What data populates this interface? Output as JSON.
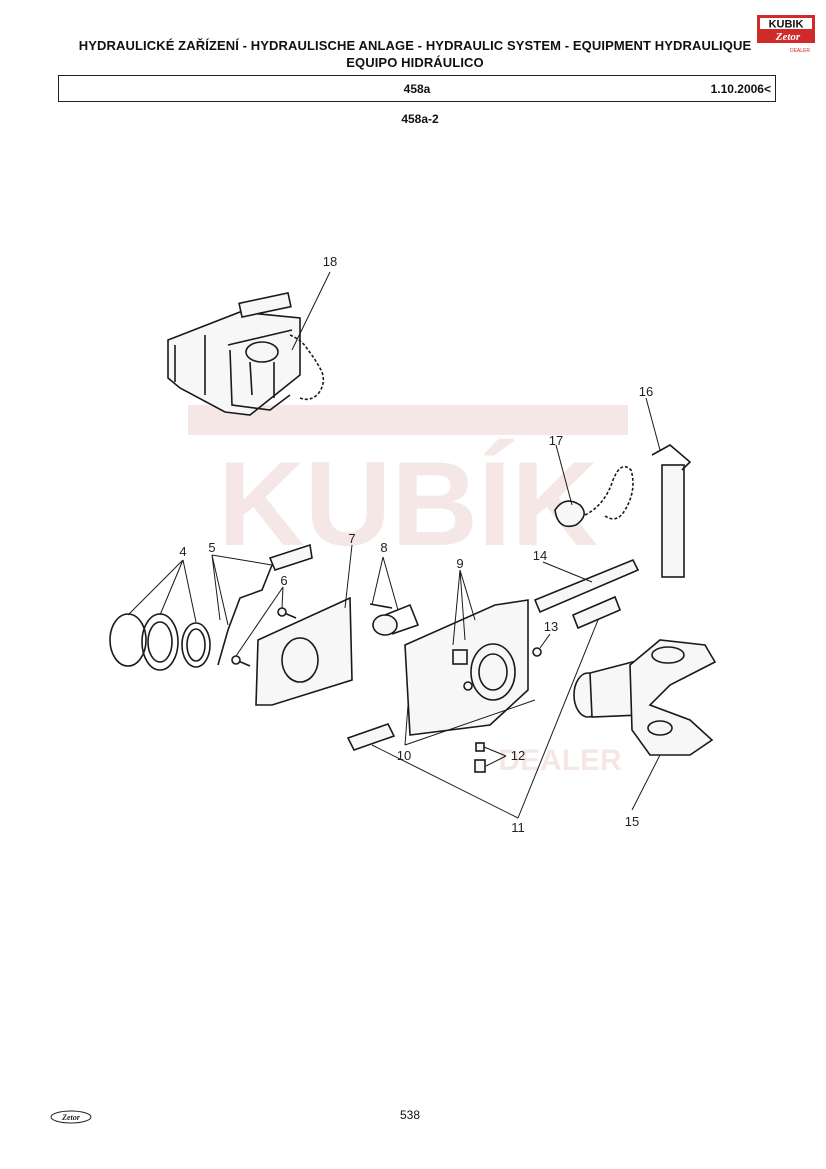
{
  "header": {
    "title_line1": "HYDRAULICKÉ ZAŘÍZENÍ - HYDRAULISCHE ANLAGE - HYDRAULIC SYSTEM - EQUIPMENT HYDRAULIQUE",
    "title_line2": "EQUIPO HIDRÁULICO",
    "code": "458a",
    "date": "1.10.2006<"
  },
  "subcode": "458a-2",
  "logo": {
    "brand": "KUBIK",
    "sub": "Zetor",
    "dealer": "DEALER",
    "color": "#d12a2a"
  },
  "watermark": {
    "brand": "KUBÍK",
    "sub": "DEALER"
  },
  "diagram": {
    "callouts": [
      "4",
      "5",
      "6",
      "7",
      "8",
      "9",
      "10",
      "11",
      "12",
      "13",
      "14",
      "15",
      "16",
      "17",
      "18"
    ]
  },
  "footer": {
    "page": "538",
    "logo": "Zetor"
  }
}
